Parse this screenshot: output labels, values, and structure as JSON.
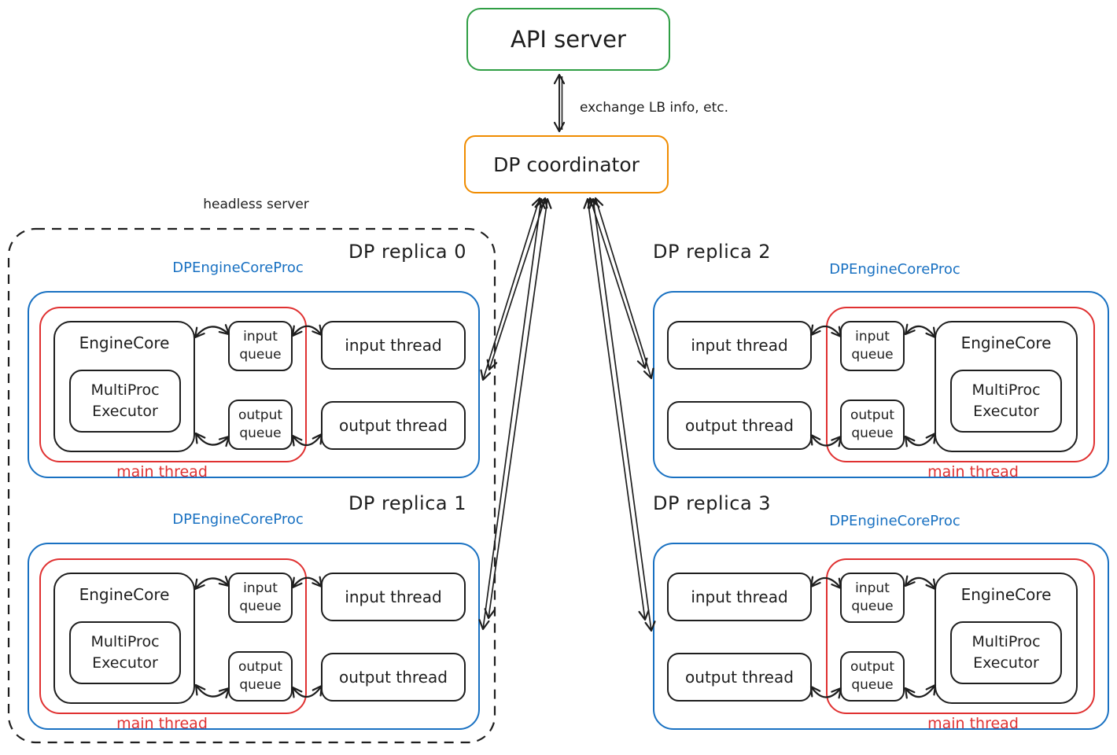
{
  "colors": {
    "green": "#2f9e44",
    "orange": "#f08c00",
    "blue": "#1971c2",
    "red": "#e03131",
    "ink": "#1e1e1e",
    "background": "#ffffff"
  },
  "api_server": {
    "label": "API server"
  },
  "coordinator": {
    "label": "DP coordinator"
  },
  "api_coordinator_link": {
    "label": "exchange LB info, etc."
  },
  "headless_server": {
    "label": "headless server"
  },
  "replicas": [
    {
      "title": "DP replica 0",
      "proc_label": "DPEngineCoreProc",
      "engine_core": "EngineCore",
      "executor": "MultiProc Executor",
      "input_queue": "input queue",
      "output_queue": "output queue",
      "input_thread": "input thread",
      "output_thread": "output thread",
      "main_thread": "main thread"
    },
    {
      "title": "DP replica 1",
      "proc_label": "DPEngineCoreProc",
      "engine_core": "EngineCore",
      "executor": "MultiProc Executor",
      "input_queue": "input queue",
      "output_queue": "output queue",
      "input_thread": "input thread",
      "output_thread": "output thread",
      "main_thread": "main thread"
    },
    {
      "title": "DP replica 2",
      "proc_label": "DPEngineCoreProc",
      "engine_core": "EngineCore",
      "executor": "MultiProc Executor",
      "input_queue": "input queue",
      "output_queue": "output queue",
      "input_thread": "input thread",
      "output_thread": "output thread",
      "main_thread": "main thread"
    },
    {
      "title": "DP replica 3",
      "proc_label": "DPEngineCoreProc",
      "engine_core": "EngineCore",
      "executor": "MultiProc Executor",
      "input_queue": "input queue",
      "output_queue": "output queue",
      "input_thread": "input thread",
      "output_thread": "output thread",
      "main_thread": "main thread"
    }
  ]
}
